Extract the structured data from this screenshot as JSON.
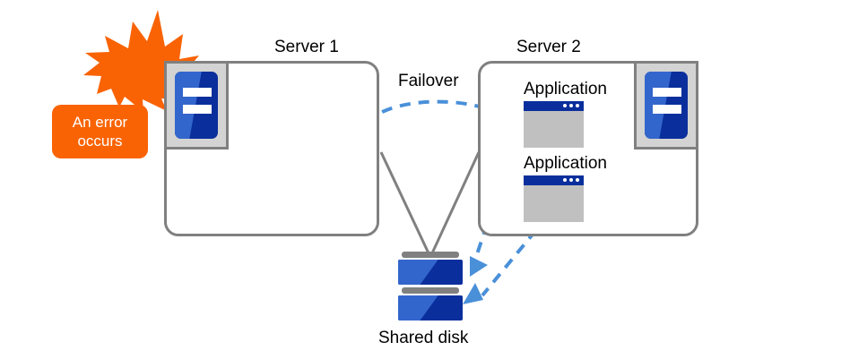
{
  "diagram": {
    "title_server1": "Server 1",
    "title_server2": "Server 2",
    "failover_label": "Failover",
    "shared_disk_label": "Shared disk",
    "error_line1": "An error",
    "error_line2": "occurs",
    "applications": [
      {
        "label": "Application"
      },
      {
        "label": "Application"
      }
    ],
    "icons": {
      "burst": "error-burst-icon",
      "server_tower": "server-tower-icon",
      "app_window": "application-window-icon",
      "disk": "shared-disk-icon"
    },
    "colors": {
      "error_orange": "#f96304",
      "panel_gray": "#808080",
      "arrow_blue": "#4a90d9",
      "icon_dark_blue": "#0a2f9c",
      "icon_light_blue": "#3366cc",
      "icon_body_gray": "#c0c0c0",
      "text_black": "#000000",
      "white": "#ffffff"
    }
  }
}
